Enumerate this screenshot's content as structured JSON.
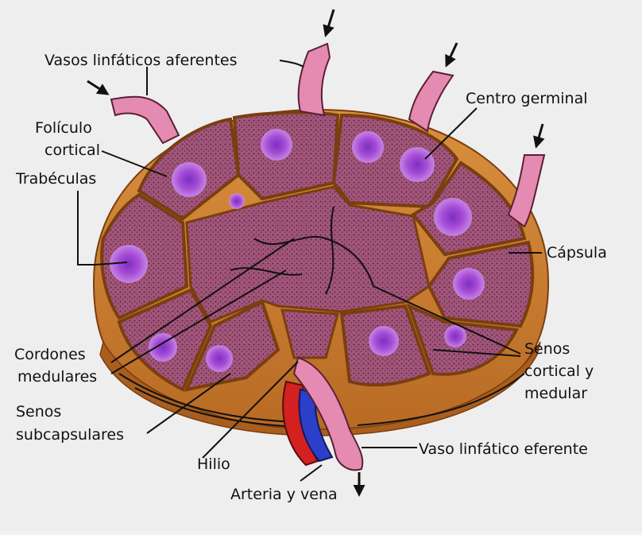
{
  "labels": {
    "afferent": "Vasos linfáticos aferentes",
    "germinal_center": "Centro germinal",
    "cortical_follicle_1": "Folículo",
    "cortical_follicle_2": "cortical",
    "trabeculae": "Trabéculas",
    "capsule": "Cápsula",
    "medullary_cords_1": "Cordones",
    "medullary_cords_2": "medulares",
    "sinuses_1": "Senos",
    "sinuses_2": "cortical y",
    "sinuses_3": "medular",
    "subcapsular_1": "Senos",
    "subcapsular_2": "subcapsulares",
    "hilum": "Hilio",
    "efferent": "Vaso  linfático eferente",
    "artery_vein": "Arteria y vena"
  },
  "colors": {
    "background": "#eeeeee",
    "capsule": "#c97a2c",
    "capsule_dark": "#8a4a16",
    "tissue": "#9c4f72",
    "tissue_dark": "#5a2a40",
    "germinal": "#a64dd6",
    "germinal_light": "#c98af0",
    "lymph_vessel": "#e58ab0",
    "artery": "#d42020",
    "vein": "#2b3fc9"
  }
}
